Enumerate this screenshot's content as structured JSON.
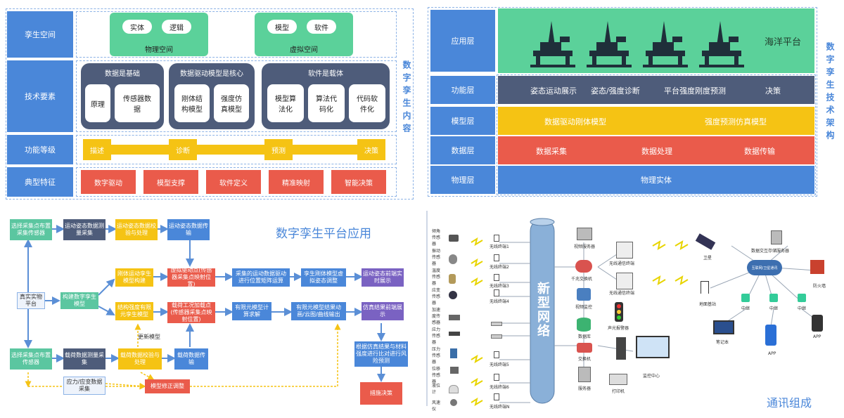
{
  "q1": {
    "rows": {
      "row1": "孪生空间",
      "row2": "技术要素",
      "row3": "功能等级",
      "row4": "典型特征"
    },
    "physical": {
      "label": "物理空间",
      "item1": "实体",
      "item2": "逻辑"
    },
    "virtual": {
      "label": "虚拟空间",
      "item1": "模型",
      "item2": "软件"
    },
    "tech": [
      {
        "title": "数据是基础",
        "items": [
          "原理",
          "传感器数据"
        ]
      },
      {
        "title": "数据驱动模型是核心",
        "items": [
          "刚体结构模型",
          "强度仿真模型"
        ]
      },
      {
        "title": "软件是载体",
        "items": [
          "模型算法化",
          "算法代码化",
          "代码软件化"
        ]
      }
    ],
    "levels": [
      "描述",
      "诊断",
      "预测",
      "决策"
    ],
    "features": [
      "数字驱动",
      "模型支撑",
      "软件定义",
      "精准映射",
      "智能决策"
    ],
    "side_title": "数字孪生内容"
  },
  "q2": {
    "layers": [
      {
        "label": "应用层",
        "content": [
          "海洋平台"
        ]
      },
      {
        "label": "功能层",
        "content": [
          "姿态运动展示",
          "姿态/强度诊断",
          "平台强度刚度预测",
          "决策"
        ]
      },
      {
        "label": "模型层",
        "content": [
          "数据驱动刚体模型",
          "强度预测仿真模型"
        ]
      },
      {
        "label": "数据层",
        "content": [
          "数据采集",
          "数据处理",
          "数据传输"
        ]
      },
      {
        "label": "物理层",
        "content": [
          "物理实体"
        ]
      }
    ],
    "side_title": "数字孪生技术架构",
    "colors": {
      "teal": "#5bd19a",
      "navy": "#4e5c7a",
      "yellow": "#f5c314",
      "red": "#ea5b4b",
      "blue": "#4a87d9"
    }
  },
  "q3": {
    "title": "数字孪生平台应用",
    "nodes": {
      "sel_top": "选择采集点布置采集传感器",
      "motion_collect": "运动姿态数据测量采集",
      "motion_verify": "运动姿态数据校验与处理",
      "motion_transmit": "运动姿态数据传输",
      "real_platform": "真实实物平台",
      "build_model": "构建数字孪生模型",
      "rigid_model": "刚体运动孪生模型构建",
      "virtual_drive_a": "虚拟驱动点(传感器采集点映射位置)",
      "collected_drive": "采集的运动数据驱动进行位置矩阵运算",
      "rigid_adjust": "孪生刚体模型虚拟姿态调整",
      "motion_show": "运动姿态前端实时展示",
      "struct_model": "结构强度有限元孪生模型",
      "load_point": "载荷工况加载点(传感器采集点映射位置)",
      "fem_solve": "有限元模型计算求解",
      "fem_output": "有限元模型结果动画/云图/曲线输出",
      "sim_show": "仿真结果前端展示",
      "update_model": "更新模型",
      "sel_bottom": "选择采集点布置传感器",
      "load_collect": "载荷数据测量采集",
      "load_verify": "载荷数据校验与处理",
      "load_transmit": "载荷数据传输",
      "stress_collect": "应力/应变数据采集",
      "model_fix": "模型修正调整",
      "predict": "根据仿真结果与材料强度进行比对进行风险预测",
      "measures": "措施决策"
    }
  },
  "q4": {
    "title": "通讯组成",
    "backbone": "新型网络",
    "left_sensors": [
      "倾角传感器",
      "振动传感器",
      "温度传感器",
      "应变传感器",
      "加速度传感器",
      "应力传感器",
      "压力传感器",
      "位移传感器",
      "液位计",
      "风速仪"
    ],
    "terminals": [
      "无线终端1",
      "无线终端2",
      "无线终端3",
      "无线终端4",
      "无线终端5",
      "无线终端6",
      "无线终端N"
    ],
    "center_devices": [
      "视频服务器",
      "千兆交换机",
      "视频监控",
      "数据库",
      "交换机",
      "服务器",
      "打印机",
      "监控中心"
    ],
    "center_terminals": [
      "无线通信终端",
      "无线通信终端"
    ],
    "traffic": "声光报警器",
    "right_nodes": {
      "server": "数据交互存储服务器",
      "cloud": "互联网/卫星通讯",
      "satellite": "卫星",
      "tower": "地面基站",
      "firewall": "防火墙",
      "relay1": "中继",
      "relay2": "中继",
      "relay3": "中继",
      "laptop": "笔记本",
      "phone": "APP",
      "tablet": "APP"
    }
  }
}
